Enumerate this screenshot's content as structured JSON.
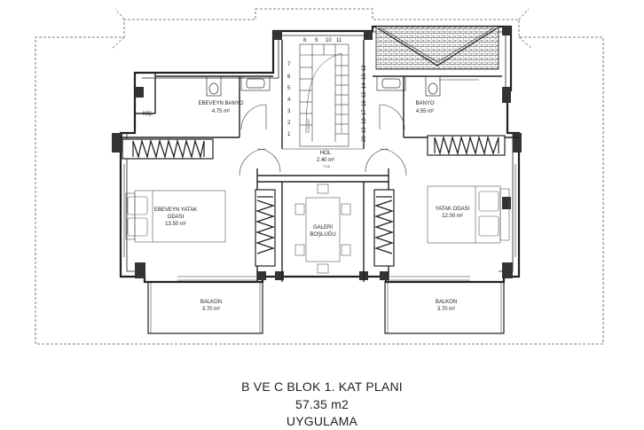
{
  "rooms": {
    "ebeveyn_banyo": {
      "name": "EBEVEYN BANYO",
      "area": "4.75 m²"
    },
    "banyo": {
      "name": "BANYO",
      "area": "4.55 m²"
    },
    "nis": {
      "name": "NİŞ"
    },
    "hol": {
      "name": "HOL",
      "area": "2.40 m²",
      "level": "+3.18"
    },
    "ebeveyn_yatak": {
      "name1": "EBEVEYN YATAK",
      "name2": "ODASI",
      "area": "13.50 m²"
    },
    "yatak_odasi": {
      "name": "YATAK ODASI",
      "area": "12.00 m²"
    },
    "galeri": {
      "name1": "GALERİ",
      "name2": "BOŞLUĞU"
    },
    "balkon_left": {
      "name": "BALKON",
      "area": "3.70 m²"
    },
    "balkon_right": {
      "name": "BALKON",
      "area": "3.70 m²"
    }
  },
  "stairs": {
    "label": "K:20x16/27",
    "top_numbers": [
      "8",
      "9",
      "10",
      "11"
    ],
    "left_numbers": [
      "7",
      "6",
      "5",
      "4",
      "3",
      "2",
      "1"
    ],
    "right_numbers": [
      "12",
      "13",
      "14",
      "15",
      "16",
      "17",
      "18",
      "19",
      "20"
    ]
  },
  "caption": {
    "line1": "B VE C BLOK   1. KAT PLANI",
    "line2": "57.35 m2",
    "line3": "UYGULAMA"
  }
}
